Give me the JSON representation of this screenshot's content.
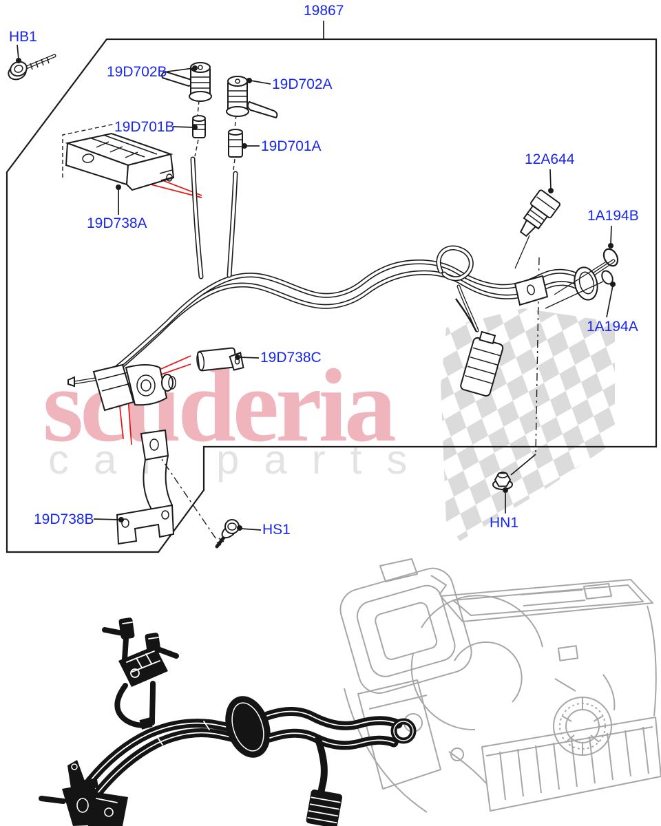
{
  "labels": [
    {
      "id": "19867",
      "text": "19867"
    },
    {
      "id": "HB1",
      "text": "HB1"
    },
    {
      "id": "19D702B",
      "text": "19D702B"
    },
    {
      "id": "19D701B",
      "text": "19D701B"
    },
    {
      "id": "19D702A",
      "text": "19D702A"
    },
    {
      "id": "19D701A",
      "text": "19D701A"
    },
    {
      "id": "12A644",
      "text": "12A644"
    },
    {
      "id": "1A194B",
      "text": "1A194B"
    },
    {
      "id": "1A194A",
      "text": "1A194A"
    },
    {
      "id": "19D738A",
      "text": "19D738A"
    },
    {
      "id": "19D738C",
      "text": "19D738C"
    },
    {
      "id": "19D738B",
      "text": "19D738B"
    },
    {
      "id": "HS1",
      "text": "HS1"
    },
    {
      "id": "HN1",
      "text": "HN1"
    }
  ],
  "watermark": {
    "title": "scuderia",
    "subtitle": "car parts"
  },
  "colors": {
    "label_blue": "#1726f0",
    "leader_red": "#e61212",
    "line_black": "#1b1b1b",
    "watermark_pink": "#f0b4bd",
    "watermark_gray": "#e3e3e3",
    "flag_gray": "#dbdbdb",
    "hvac_gray": "#a6a6a6"
  }
}
